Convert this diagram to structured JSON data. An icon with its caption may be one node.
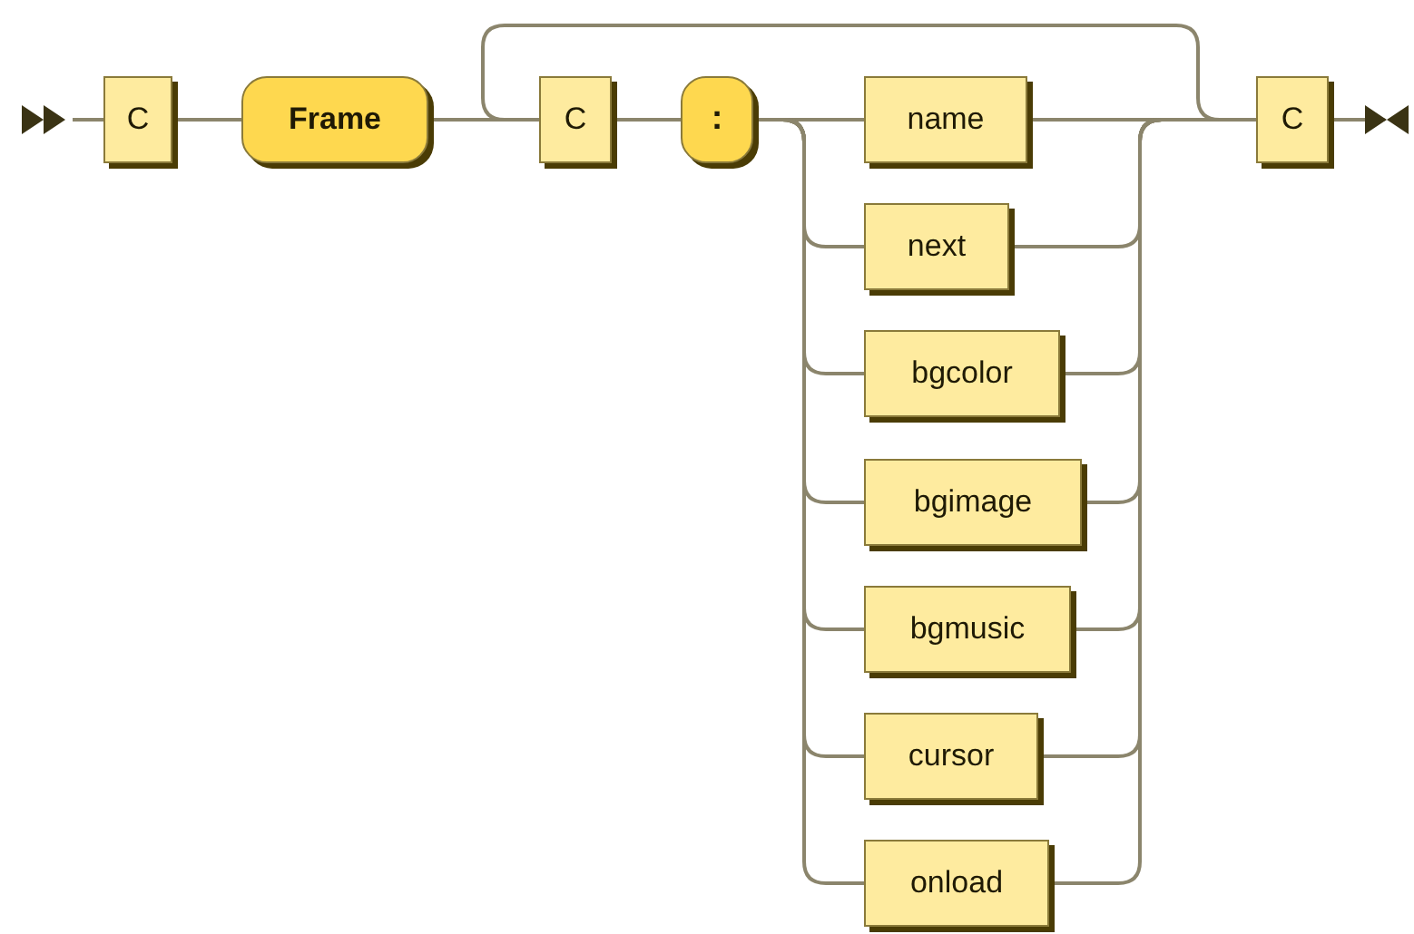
{
  "diagram": {
    "nodes": [
      {
        "text": [],
        "shape": "triangle"
      },
      {
        "text": [
          "C"
        ]
      },
      {
        "text": [
          "Frame"
        ]
      },
      {
        "text": [
          "C"
        ]
      },
      {
        "text": [
          ":"
        ]
      },
      {
        "text": [
          "name"
        ]
      },
      {
        "text": [
          "next"
        ]
      },
      {
        "text": [
          "bgcolor"
        ]
      },
      {
        "text": [
          "bgimage"
        ]
      },
      {
        "text": [
          "bgmusic"
        ]
      },
      {
        "text": [
          "cursor"
        ]
      },
      {
        "text": [
          "onload"
        ]
      },
      {
        "text": [
          "C"
        ]
      },
      {
        "text": [],
        "shape": "bowtie"
      }
    ],
    "edges": [
      {
        "from": 0,
        "to": 1,
        "arrow": "none"
      },
      {
        "from": 1,
        "to": 2,
        "arrow": "none"
      },
      {
        "from": 2,
        "to": 3,
        "arrow": "none"
      },
      {
        "from": 3,
        "to": 4,
        "arrow": "none"
      },
      {
        "from": 4,
        "to": 5,
        "arrow": "none"
      },
      {
        "from": 4,
        "to": 6,
        "arrow": "none"
      },
      {
        "from": 4,
        "to": 7,
        "arrow": "none"
      },
      {
        "from": 4,
        "to": 8,
        "arrow": "none"
      },
      {
        "from": 4,
        "to": 9,
        "arrow": "none"
      },
      {
        "from": 4,
        "to": 10,
        "arrow": "none"
      },
      {
        "from": 4,
        "to": 11,
        "arrow": "none"
      },
      {
        "from": 5,
        "to": 12,
        "arrow": "none"
      },
      {
        "from": 6,
        "to": 12,
        "arrow": "none"
      },
      {
        "from": 7,
        "to": 12,
        "arrow": "none"
      },
      {
        "from": 8,
        "to": 12,
        "arrow": "none"
      },
      {
        "from": 9,
        "to": 12,
        "arrow": "none"
      },
      {
        "from": 10,
        "to": 12,
        "arrow": "none"
      },
      {
        "from": 11,
        "to": 12,
        "arrow": "none"
      },
      {
        "from": 12,
        "to": 3,
        "arrow": "none"
      },
      {
        "from": 12,
        "to": 13,
        "arrow": "none"
      }
    ]
  }
}
